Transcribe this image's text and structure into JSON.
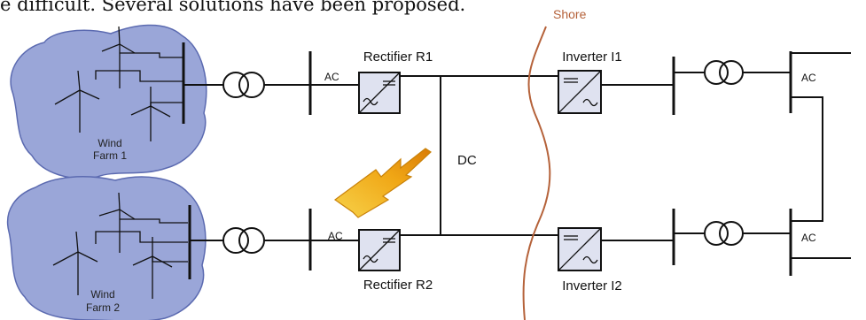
{
  "header_text": "e difficult. Several solutions have been proposed.",
  "labels": {
    "shore": "Shore",
    "rectifier_r1": "Rectifier R1",
    "rectifier_r2": "Rectifier R2",
    "inverter_i1": "Inverter I1",
    "inverter_i2": "Inverter I2",
    "dc": "DC",
    "ac_r1": "AC",
    "ac_r2": "AC",
    "ac_i1": "AC",
    "ac_i2": "AC",
    "farm1_line1": "Wind",
    "farm1_line2": "Farm 1",
    "farm2_line1": "Wind",
    "farm2_line2": "Farm 2"
  },
  "colors": {
    "farm_fill": "#9aa6d8",
    "farm_stroke": "#5b6ab0",
    "converter_fill": "#dfe2f0",
    "shore_line": "#b5623a",
    "lightning_fill": "#f2b51c",
    "lightning_stroke": "#c9820a"
  }
}
